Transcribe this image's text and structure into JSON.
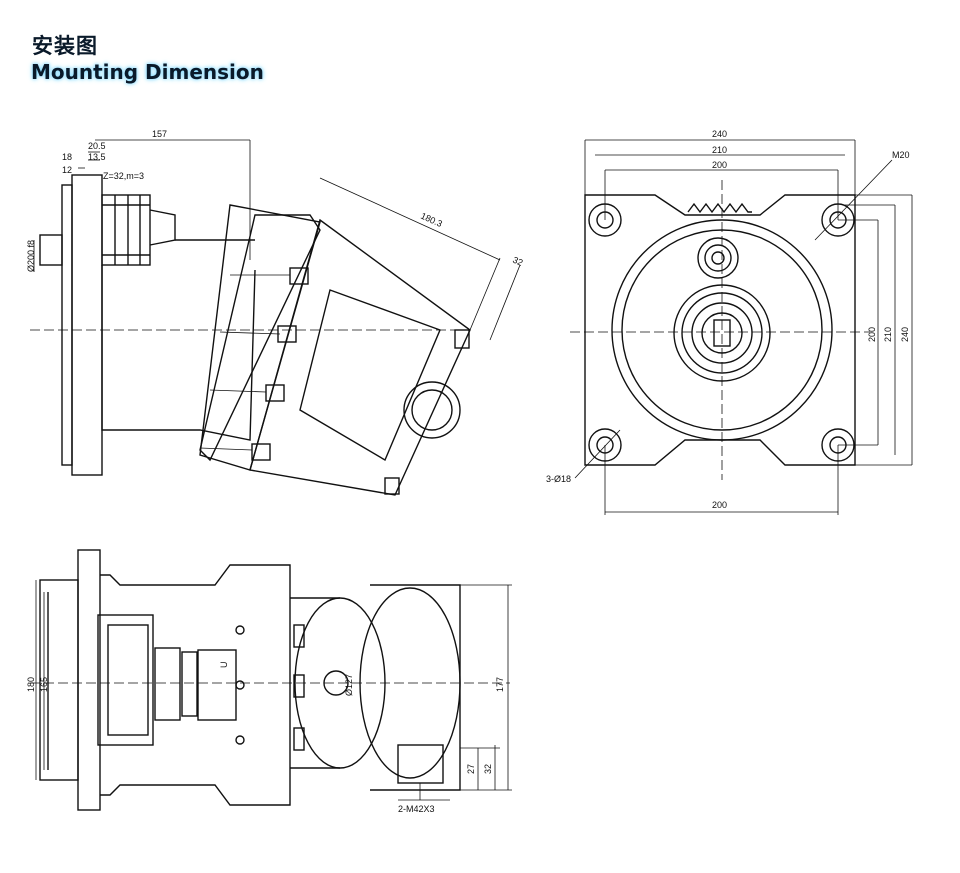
{
  "title": {
    "cn": "安装图",
    "en": "Mounting Dimension"
  },
  "side_view": {
    "dims": [
      "157",
      "20.5",
      "18",
      "13.5",
      "12",
      "Z=32,m=3",
      "Ø200 f8",
      "180.3",
      "32"
    ]
  },
  "front_view": {
    "dims": [
      "240",
      "210",
      "200",
      "M20",
      "200",
      "210",
      "240",
      "200",
      "3-Ø18"
    ]
  },
  "bottom_view": {
    "dims": [
      "180",
      "165",
      "Ø127",
      "177",
      "27",
      "32",
      "2-M42X3",
      "U"
    ]
  }
}
